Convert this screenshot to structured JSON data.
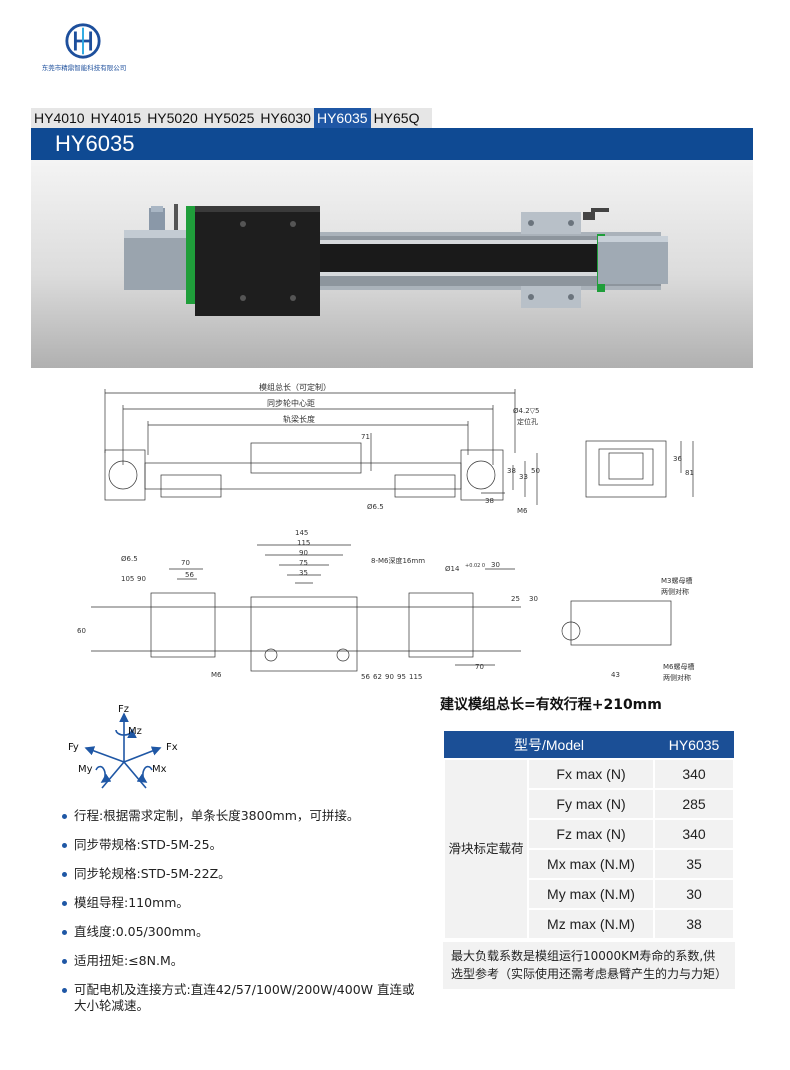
{
  "company": {
    "logo_text": "东莞市精鼎智能科技有限公司"
  },
  "model_tabs": [
    {
      "label": "HY4010",
      "active": false
    },
    {
      "label": "HY4015",
      "active": false
    },
    {
      "label": "HY5020",
      "active": false
    },
    {
      "label": "HY5025",
      "active": false
    },
    {
      "label": "HY6030",
      "active": false
    },
    {
      "label": "HY6035",
      "active": true
    },
    {
      "label": "HY65Q",
      "active": false
    }
  ],
  "title": "HY6035",
  "colors": {
    "brand_blue": "#0f4a93",
    "accent_green": "#1f9e3a"
  },
  "drawing": {
    "module_total_length": "模组总长（可定制）",
    "pulley_center_distance": "同步轮中心距",
    "rail_length": "轨梁长度",
    "locating_hole": "Ø4.2▽5",
    "locating_hole_label": "定位孔",
    "hole_6_5": "Ø6.5",
    "hole_6_5b": "Ø6.5",
    "m6": "M6",
    "m6_bottom": "M6",
    "m6_depth": "8-M6深度16mm",
    "bore_14": "Ø14",
    "bore_tol": "+0.02 0",
    "m3_slot": "M3螺母槽",
    "m3_slot2": "两侧对称",
    "m6_slot": "M6螺母槽",
    "m6_slot2": "两侧对称",
    "dims": {
      "d71": "71",
      "d38a": "38",
      "d33": "33",
      "d50": "50",
      "d38b": "38",
      "d36": "36",
      "d81": "81",
      "d145": "145",
      "d115": "115",
      "d90": "90",
      "d75": "75",
      "d35": "35",
      "d70a": "70",
      "d56a": "56",
      "d105": "105",
      "d90b": "90",
      "d60": "60",
      "d30": "30",
      "d25": "25",
      "d30b": "30",
      "d70b": "70",
      "d56b": "56",
      "d62": "62",
      "d90c": "90",
      "d95": "95",
      "d115b": "115",
      "d43": "43"
    }
  },
  "suggestion": "建议模组总长=有效行程+210mm",
  "axes": {
    "fz": "Fz",
    "mz": "Mz",
    "fy": "Fy",
    "fx": "Fx",
    "my": "My",
    "mx": "Mx"
  },
  "specs": [
    "行程:根据需求定制，单条长度3800mm，可拼接。",
    "同步带规格:STD-5M-25。",
    "同步轮规格:STD-5M-22Z。",
    "模组导程:110mm。",
    "直线度:0.05/300mm。",
    "适用扭矩:≤8N.M。",
    "可配电机及连接方式:直连42/57/100W/200W/400W 直连或大小轮减速。"
  ],
  "table": {
    "header_model": "型号/Model",
    "header_value": "HY6035",
    "group_label": "滑块标定载荷",
    "rows": [
      {
        "param": "Fx max (N)",
        "value": "340"
      },
      {
        "param": "Fy max (N)",
        "value": "285"
      },
      {
        "param": "Fz max (N)",
        "value": "340"
      },
      {
        "param": "Mx max (N.M)",
        "value": "35"
      },
      {
        "param": "My max (N.M)",
        "value": "30"
      },
      {
        "param": "Mz max (N.M)",
        "value": "38"
      }
    ],
    "note": "最大负载系数是模组运行10000KM寿命的系数,供选型参考（实际使用还需考虑悬臂产生的力与力矩）"
  }
}
